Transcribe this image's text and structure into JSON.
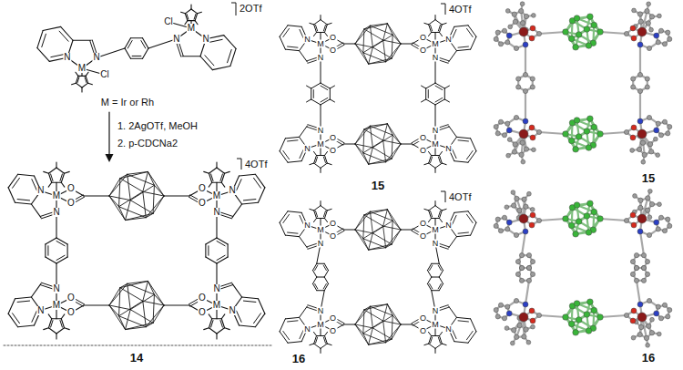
{
  "diagram": {
    "labels": [
      "2OTf",
      "Cl",
      "M",
      "N",
      "N",
      "N",
      "N",
      "M",
      "Cl",
      "M = Ir or Rh",
      "1. 2AgOTf, MeOH",
      "2. p-CDCNa2",
      "4OTf",
      "M",
      "O",
      "O",
      "N",
      "N",
      "M",
      "O",
      "O",
      "N",
      "N",
      "M",
      "O",
      "O",
      "N",
      "N",
      "M",
      "O",
      "O",
      "N",
      "N",
      "14",
      "4OTf",
      "M",
      "O",
      "O",
      "N",
      "N",
      "M",
      "O",
      "O",
      "N",
      "N",
      "M",
      "O",
      "O",
      "N",
      "N",
      "M",
      "O",
      "O",
      "N",
      "N",
      "15",
      "4OTf",
      "M",
      "O",
      "O",
      "N",
      "N",
      "M",
      "O",
      "O",
      "N",
      "N",
      "M",
      "O",
      "O",
      "N",
      "N",
      "M",
      "O",
      "O",
      "N",
      "N",
      "16",
      "15",
      "16"
    ]
  }
}
